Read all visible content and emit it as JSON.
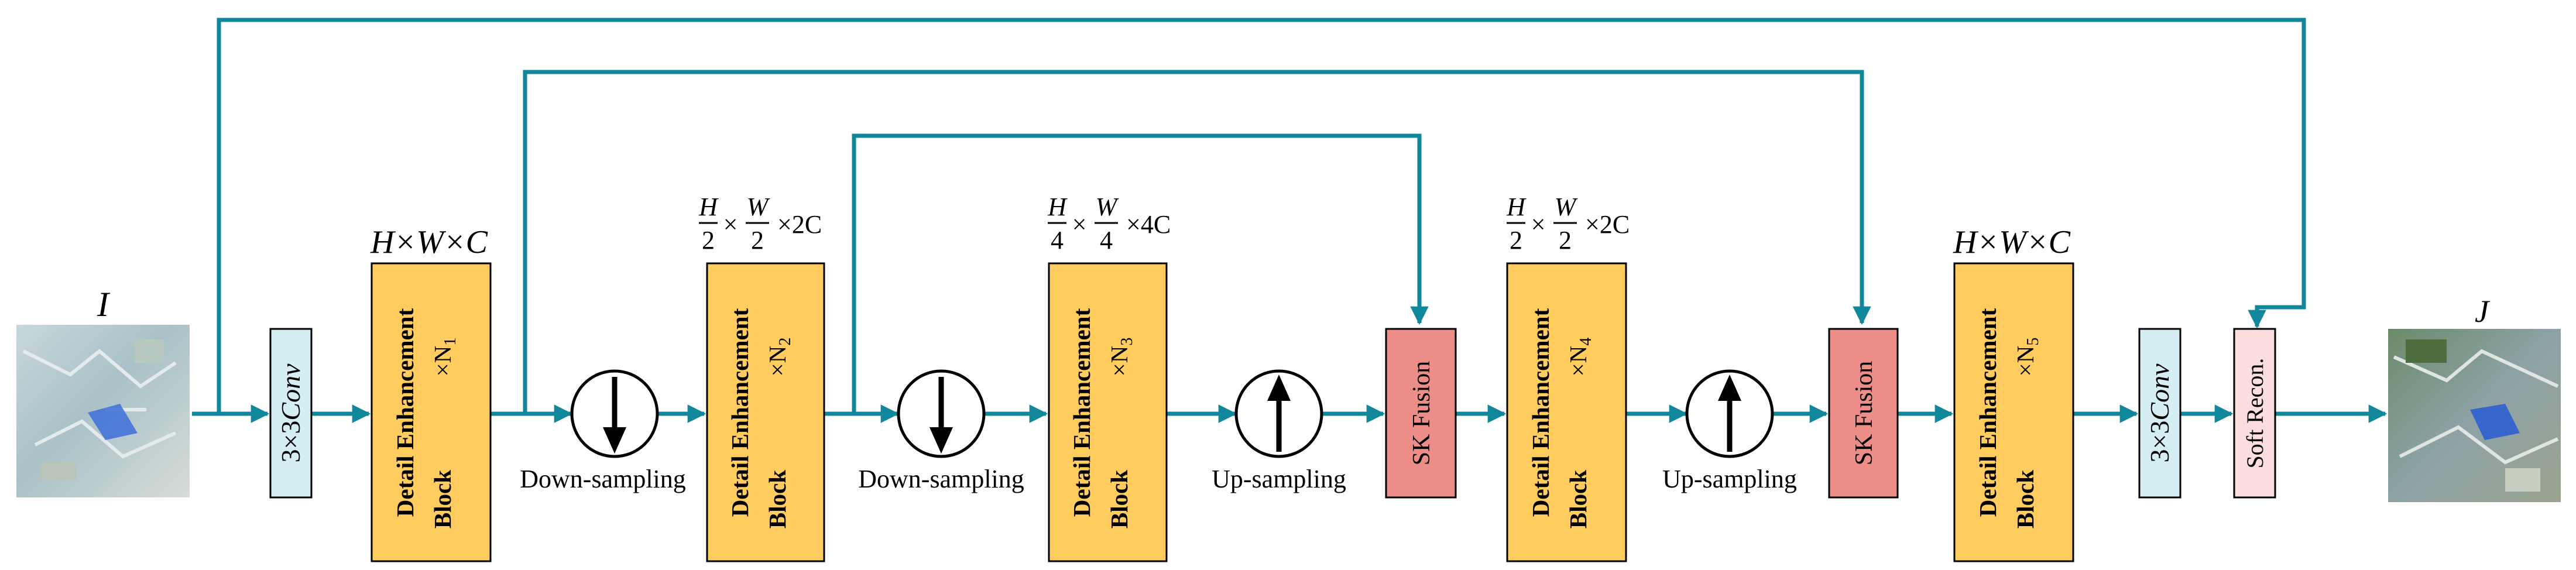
{
  "colors": {
    "arrow": "#10879a",
    "block_fill": "#ffcc5f",
    "conv_fill": "#d4eef3",
    "sk_fill": "#ec8e87",
    "recon_fill": "#fcdede",
    "outline": "#000000"
  },
  "input": {
    "label": "I"
  },
  "output": {
    "label": "J"
  },
  "conv_label_prefix": "3×3",
  "conv_label_suffix": "Conv",
  "block_title_line1": "Detail Enhancement",
  "block_title_line2": "Block",
  "blocks": [
    {
      "repeat_base": "×N",
      "repeat_sub": "1"
    },
    {
      "repeat_base": "×N",
      "repeat_sub": "2"
    },
    {
      "repeat_base": "×N",
      "repeat_sub": "3"
    },
    {
      "repeat_base": "×N",
      "repeat_sub": "4"
    },
    {
      "repeat_base": "×N",
      "repeat_sub": "5"
    }
  ],
  "dims": {
    "hwc": "H×W×C",
    "frac_h": "H",
    "frac_w": "W",
    "den_2": "2",
    "den_4": "4",
    "times": "×",
    "ch_2c": "×2C",
    "ch_4c": "×4C"
  },
  "sampling": {
    "down": "Down-sampling",
    "up": "Up-sampling"
  },
  "sk_fusion": "SK Fusion",
  "soft_recon": "Soft Recon."
}
